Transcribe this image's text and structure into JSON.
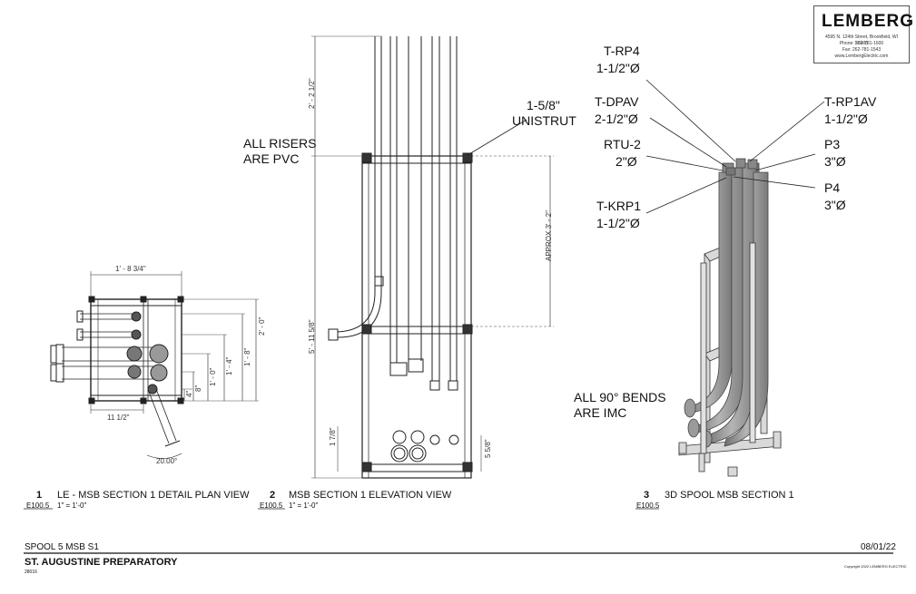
{
  "logo": {
    "name": "LEMBERG",
    "address": "4595 N. 124th Street, Brookfield, WI 53005",
    "phone": "Phone: 262-781-1600",
    "fax": "Fax: 262-781-1543",
    "web": "www.LembergElectric.com"
  },
  "view1": {
    "number": "1",
    "title": "LE - MSB SECTION 1 DETAIL PLAN VIEW",
    "sheet_ref": "E100.5",
    "scale": "1\" = 1'-0\"",
    "dims": {
      "top": "1' - 8 3/4\"",
      "bottom": "11 1/2\"",
      "right_a": "2' - 0\"",
      "right_b": "1' - 8\"",
      "right_c": "1' - 4\"",
      "right_d": "1' - 0\"",
      "right_e": "4\"",
      "right_f": "8\"",
      "angle": "20.00°"
    }
  },
  "view2": {
    "number": "2",
    "title": "MSB SECTION 1 ELEVATION VIEW",
    "sheet_ref": "E100.5",
    "scale": "1\" = 1'-0\"",
    "callout_risers_1": "ALL RISERS",
    "callout_risers_2": "ARE PVC",
    "callout_unistrut_1": "1-5/8\"",
    "callout_unistrut_2": "UNISTRUT",
    "dims": {
      "top": "2' - 2 1/2\"",
      "left": "5' - 11 5/8\"",
      "approx": "APPROX 3' - 2\"",
      "bottom_left": "1 7/8\"",
      "bottom_right": "5 5/8\""
    }
  },
  "view3": {
    "number": "3",
    "title": "3D SPOOL MSB SECTION 1",
    "sheet_ref": "E100.5",
    "labels": [
      {
        "name": "T-RP4",
        "size": "1-1/2\"Ø"
      },
      {
        "name": "T-DPAV",
        "size": "2-1/2\"Ø"
      },
      {
        "name": "RTU-2",
        "size": "2\"Ø"
      },
      {
        "name": "T-KRP1",
        "size": "1-1/2\"Ø"
      },
      {
        "name": "T-RP1AV",
        "size": "1-1/2\"Ø"
      },
      {
        "name": "P3",
        "size": "3\"Ø"
      },
      {
        "name": "P4",
        "size": "3\"Ø"
      }
    ],
    "callout_bends_1": "ALL 90° BENDS",
    "callout_bends_2": "ARE IMC"
  },
  "footer": {
    "spool": "SPOOL 5 MSB S1",
    "date": "08/01/22",
    "project": "ST. AUGUSTINE PREPARATORY",
    "job_number": "28016",
    "copyright": "Copyright 2022 LEMBERG ELECTRIC"
  }
}
